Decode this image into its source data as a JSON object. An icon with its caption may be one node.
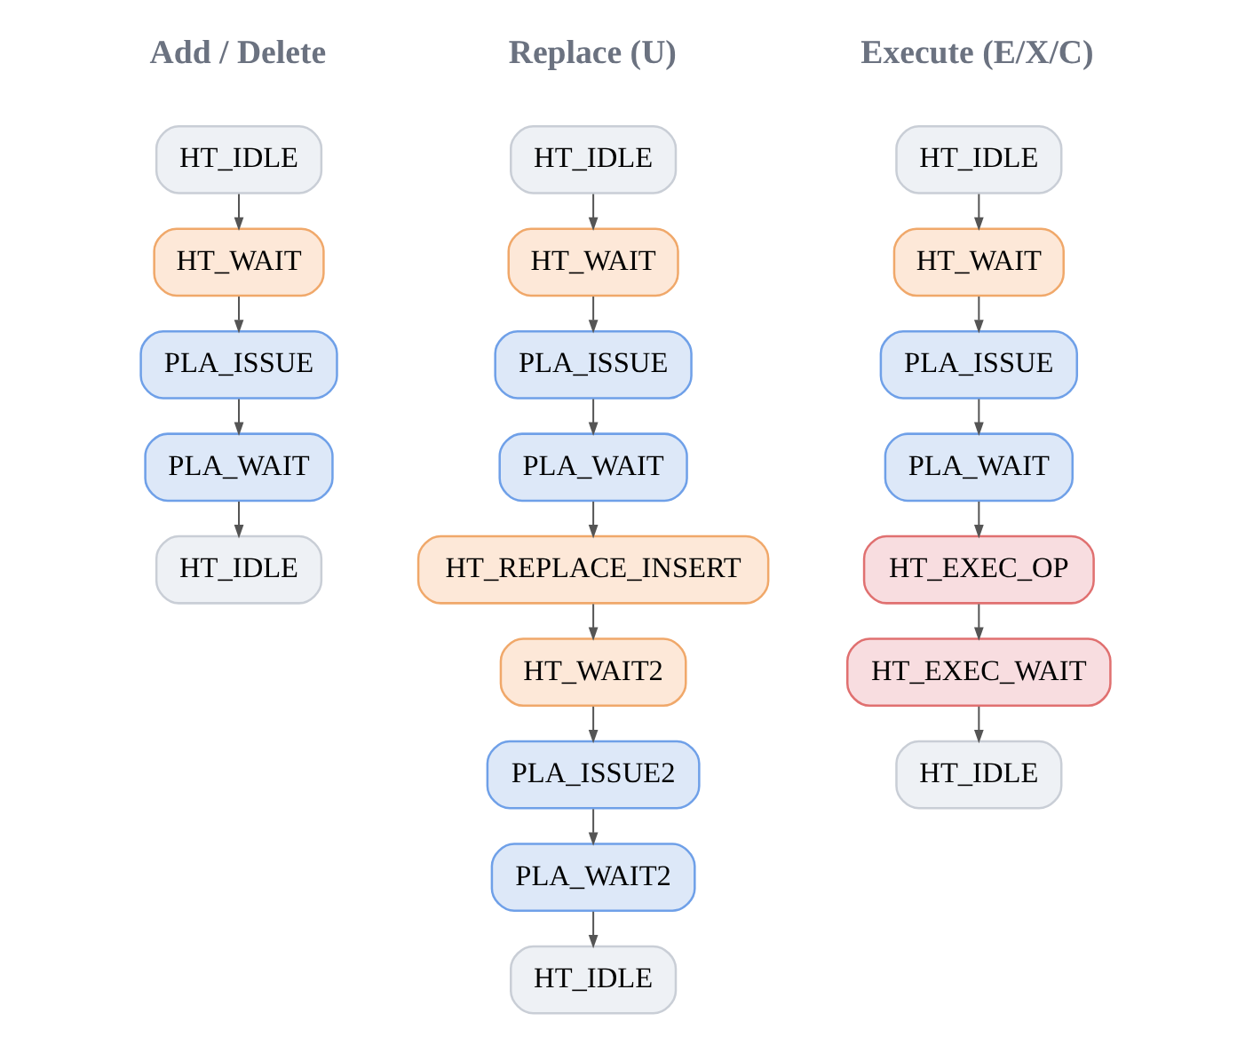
{
  "diagram": {
    "nodes": [
      {
        "text": [
          "HT_IDLE"
        ]
      },
      {
        "text": [
          "HT_WAIT"
        ]
      },
      {
        "text": [
          "PLA_ISSUE"
        ]
      },
      {
        "text": [
          "PLA_WAIT"
        ]
      },
      {
        "text": [
          "HT_IDLE"
        ]
      },
      {
        "text": [
          "HT_IDLE"
        ]
      },
      {
        "text": [
          "HT_WAIT"
        ]
      },
      {
        "text": [
          "PLA_ISSUE"
        ]
      },
      {
        "text": [
          "PLA_WAIT"
        ]
      },
      {
        "text": [
          "HT_REPLACE_INSERT"
        ]
      },
      {
        "text": [
          "HT_WAIT2"
        ]
      },
      {
        "text": [
          "PLA_ISSUE2"
        ]
      },
      {
        "text": [
          "PLA_WAIT2"
        ]
      },
      {
        "text": [
          "HT_IDLE"
        ]
      },
      {
        "text": [
          "HT_IDLE"
        ]
      },
      {
        "text": [
          "HT_WAIT"
        ]
      },
      {
        "text": [
          "PLA_ISSUE"
        ]
      },
      {
        "text": [
          "PLA_WAIT"
        ]
      },
      {
        "text": [
          "HT_EXEC_OP"
        ]
      },
      {
        "text": [
          "HT_EXEC_WAIT"
        ]
      },
      {
        "text": [
          "HT_IDLE"
        ]
      }
    ],
    "edges": [
      {
        "from": 0,
        "to": 1,
        "arrow": "to"
      },
      {
        "from": 1,
        "to": 2,
        "arrow": "to"
      },
      {
        "from": 2,
        "to": 3,
        "arrow": "to"
      },
      {
        "from": 3,
        "to": 4,
        "arrow": "to"
      },
      {
        "from": 5,
        "to": 6,
        "arrow": "to"
      },
      {
        "from": 6,
        "to": 7,
        "arrow": "to"
      },
      {
        "from": 7,
        "to": 8,
        "arrow": "to"
      },
      {
        "from": 8,
        "to": 9,
        "arrow": "to"
      },
      {
        "from": 9,
        "to": 10,
        "arrow": "to"
      },
      {
        "from": 10,
        "to": 11,
        "arrow": "to"
      },
      {
        "from": 11,
        "to": 12,
        "arrow": "to"
      },
      {
        "from": 12,
        "to": 13,
        "arrow": "to"
      },
      {
        "from": 14,
        "to": 15,
        "arrow": "to"
      },
      {
        "from": 15,
        "to": 16,
        "arrow": "to"
      },
      {
        "from": 16,
        "to": 17,
        "arrow": "to"
      },
      {
        "from": 17,
        "to": 18,
        "arrow": "to"
      },
      {
        "from": 18,
        "to": 19,
        "arrow": "to"
      },
      {
        "from": 19,
        "to": 20,
        "arrow": "to"
      }
    ],
    "labels": [
      "Add / Delete",
      "Replace (U)",
      "Execute (E/X/C)"
    ]
  }
}
